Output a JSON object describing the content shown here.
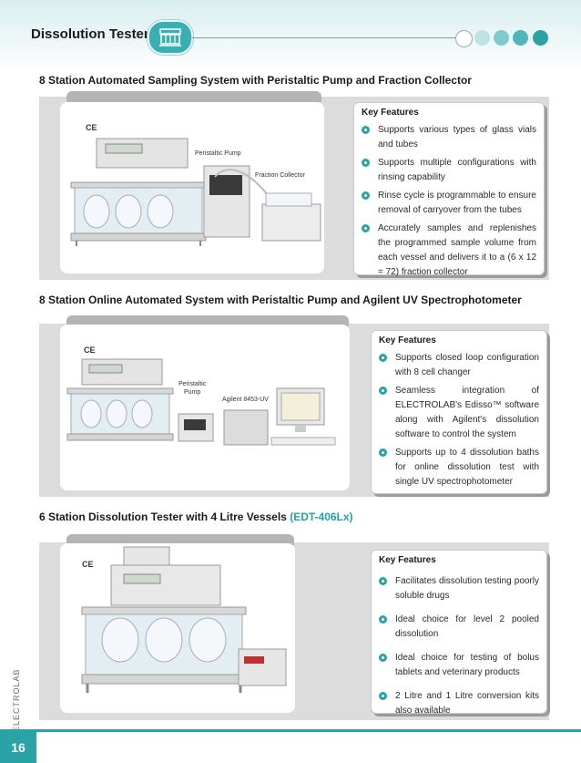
{
  "header": {
    "title": "Dissolution Testers"
  },
  "sections": [
    {
      "title": "8 Station Automated Sampling System with Peristaltic Pump and Fraction  Collector",
      "ce": "CE",
      "labels": {
        "pump": "Peristaltic Pump",
        "collector": "Fraction  Collector"
      },
      "features_title": "Key Features",
      "features": [
        "Supports various types of glass vials and tubes",
        "Supports multiple configurations with rinsing capability",
        "Rinse cycle is programmable to ensure removal of carryover from the tubes",
        "Accurately samples and replenishes the programmed sample volume from each vessel and delivers it to a (6 x 12 = 72) fraction collector"
      ]
    },
    {
      "title": "8 Station Online Automated System with Peristaltic Pump and Agilent UV Spectrophotometer",
      "ce": "CE",
      "labels": {
        "pump_line1": "Peristaltic",
        "pump_line2": "Pump",
        "uv": "Agilent 8453-UV"
      },
      "features_title": "Key Features",
      "features": [
        "Supports closed loop configuration with 8 cell changer",
        "Seamless integration of ELECTROLAB's Edisso™ software along with Agilent's dissolution software to control the system",
        "Supports up to 4 dissolution baths for online dissolution test with single UV spectrophotometer"
      ]
    },
    {
      "title": "6 Station Dissolution Tester with 4 Litre Vessels",
      "model": "(EDT-406Lx)",
      "ce": "CE",
      "features_title": "Key Features",
      "features": [
        "Facilitates dissolution testing poorly soluble drugs",
        "Ideal choice for level 2 pooled dissolution",
        "Ideal choice for testing of bolus tablets and veterinary products",
        "2 Litre and 1 Litre conversion kits also available"
      ]
    }
  ],
  "footer": {
    "page_number": "16",
    "brand": "ELECTROLAB"
  },
  "colors": {
    "accent": "#2aa3a6",
    "dot_light": "#bfe3e4",
    "dot_mid": "#7fcbcc",
    "dot_dark": "#2aa3a6"
  }
}
